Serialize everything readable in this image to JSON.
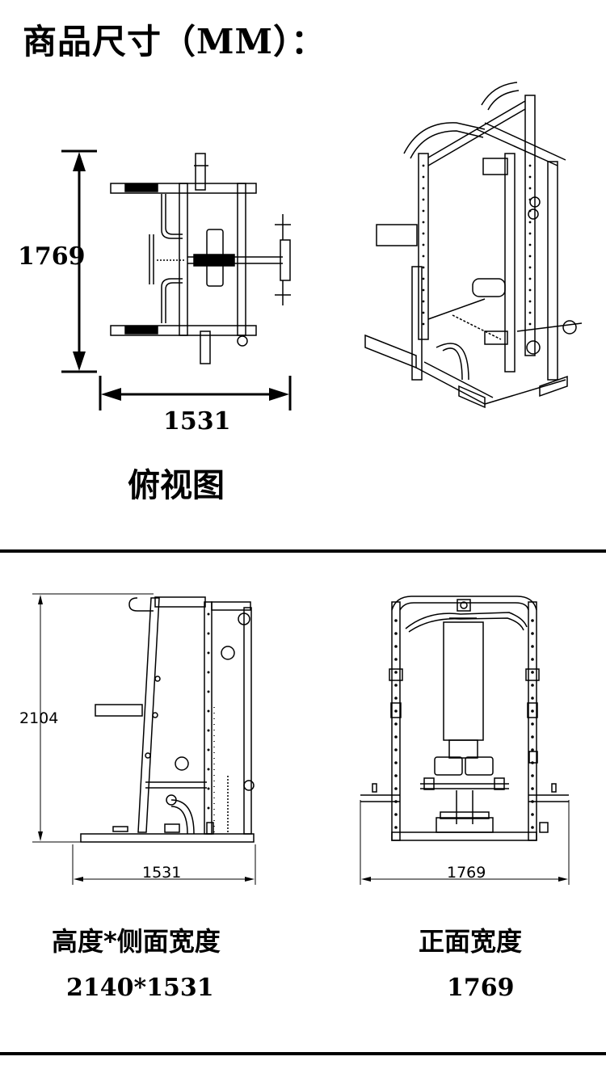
{
  "header": {
    "title": "商品尺寸（MM）："
  },
  "top_view": {
    "height_label": "1769",
    "width_label": "1531",
    "caption": "俯视图"
  },
  "side_view": {
    "height_label": "2104",
    "width_label": "1531",
    "caption": "高度*侧面宽度",
    "value": "2140*1531"
  },
  "front_view": {
    "width_label": "1769",
    "caption": "正面宽度",
    "value": "1769"
  },
  "colors": {
    "ink": "#000000",
    "background": "#ffffff"
  }
}
